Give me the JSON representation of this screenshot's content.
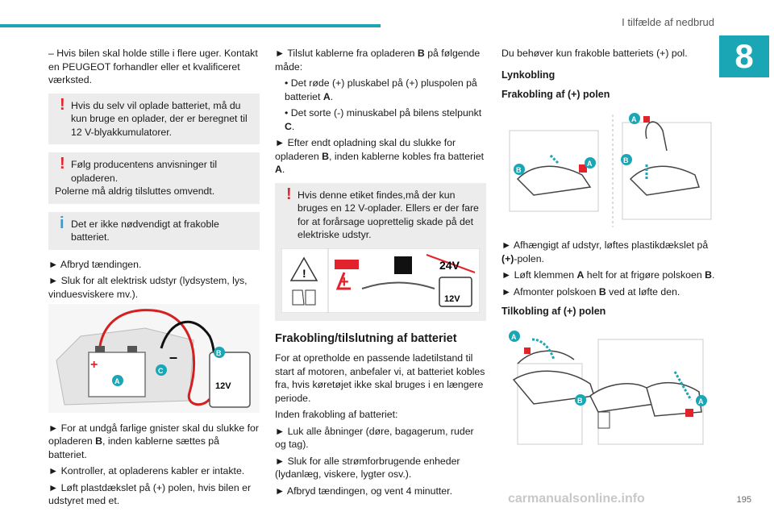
{
  "header": {
    "section": "I tilfælde af nedbrud",
    "chapter": "8"
  },
  "col1": {
    "intro": "– Hvis bilen skal holde stille i flere uger. Kontakt en PEUGEOT forhandler eller et kvalificeret værksted.",
    "warn1": "Hvis du selv vil oplade batteriet, må du kun bruge en oplader, der er beregnet til 12 V-blyakkumulatorer.",
    "warn2a": "Følg producentens anvisninger til opladeren.",
    "warn2b": "Polerne må aldrig tilsluttes omvendt.",
    "info1": "Det er ikke nødvendigt at frakoble batteriet.",
    "step1": "► Afbryd tændingen.",
    "step2": "► Sluk for alt elektrisk udstyr (lydsystem, lys, vinduesviskere mv.).",
    "fig_minus": "–",
    "fig_plus": "+",
    "fig_12v": "12V",
    "fig_a": "A",
    "fig_b": "B",
    "fig_c": "C",
    "step3a": "► For at undgå farlige gnister skal du slukke for opladeren ",
    "step3b": "B",
    "step3c": ", inden kablerne sættes på batteriet.",
    "step4": "► Kontroller, at opladerens kabler er intakte.",
    "step5": "► Løft plastdækslet på (+) polen, hvis bilen er udstyret med et."
  },
  "col2": {
    "connect_a": "► Tilslut kablerne fra opladeren ",
    "connect_b": "B",
    "connect_c": " på følgende måde:",
    "sub1a": "• Det røde (+) pluskabel på (+) pluspolen på batteriet ",
    "sub1b": "A",
    "sub2a": "• Det sorte (-) minuskabel på bilens stelpunkt ",
    "sub2b": "C",
    "after_a": "► Efter endt opladning skal du slukke for opladeren ",
    "after_b": "B",
    "after_c": ", inden kablerne kobles fra batteriet ",
    "after_d": "A",
    "warn3": "Hvis denne etiket findes,må der kun bruges en 12 V-oplader. Ellers er der fare for at forårsage uoprettelig skade på det elektriske udstyr.",
    "label_24v": "24V",
    "label_12v": "12V",
    "heading": "Frakobling/tilslutning af batteriet",
    "p1": "For at opretholde en passende ladetilstand til start af motoren, anbefaler vi, at batteriet kobles fra, hvis køretøjet ikke skal bruges i en længere periode.",
    "p2": "Inden frakobling af batteriet:",
    "s1": "► Luk alle åbninger (døre, bagagerum, ruder og tag).",
    "s2": "► Sluk for alle strømforbrugende enheder (lydanlæg, viskere, lygter osv.).",
    "s3": "► Afbryd tændingen, og vent 4 minutter."
  },
  "col3": {
    "intro": "Du behøver kun frakoble batteriets (+) pol.",
    "h_quick": "Lynkobling",
    "h_disc": "Frakobling af (+) polen",
    "fig_a": "A",
    "fig_b": "B",
    "d1a": "► Afhængigt af udstyr, løftes plastikdækslet på ",
    "d1b": "(+)",
    "d1c": "-polen.",
    "d2a": "► Løft klemmen ",
    "d2b": "A",
    "d2c": " helt for at frigøre polskoen ",
    "d2d": "B",
    "d3a": "► Afmonter polskoen ",
    "d3b": "B",
    "d3c": " ved at løfte den.",
    "h_conn": "Tilkobling af (+) polen"
  },
  "footer": {
    "page": "195",
    "watermark": "carmanualsonline.info"
  },
  "colors": {
    "accent": "#1aa6b5",
    "warn": "#e3232c",
    "info": "#2f9fd6"
  }
}
